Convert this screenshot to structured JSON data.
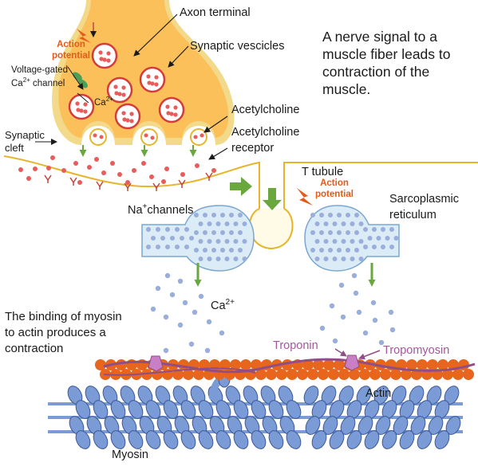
{
  "title": "A nerve signal to a muscle fiber leads to contraction of the muscle.",
  "labels": {
    "axon_terminal": "Axon terminal",
    "synaptic_vesicles": "Synaptic vescicles",
    "action_potential_top": "Action potential",
    "voltage_gated": "Voltage-gated",
    "ca_channel": "Ca",
    "ca_channel_sup": "2+",
    "ca_channel_suffix": "channel",
    "ca_inner": "Ca",
    "ca_inner_sup": "2+",
    "acetylcholine": "Acetylcholine",
    "acetylcholine_receptor": "Acetylcholine receptor",
    "synaptic_cleft": "Synaptic cleft",
    "t_tubule": "T tubule",
    "action_potential_right": "Action potential",
    "na_channels_prefix": "Na",
    "na_channels_sup": "+",
    "na_channels_suffix": "channels",
    "sarcoplasmic_reticulum": "Sarcoplasmic reticulum",
    "ca_release": "Ca",
    "ca_release_sup": "2+",
    "binding": "The binding of myosin to actin produces a contraction",
    "troponin": "Troponin",
    "tropomyosin": "Tropomyosin",
    "actin": "Actin",
    "myosin": "Myosin"
  },
  "colors": {
    "terminal_fill": "#fbc05a",
    "terminal_outline": "#f0d27a",
    "vesicle_ring": "#d63b3b",
    "acetylcholine": "#e85c5c",
    "membrane": "#e6b52b",
    "sr_fill": "#dbecf6",
    "sr_outline": "#7aa7d1",
    "calcium": "#9aaedc",
    "green_arrow": "#6aa83f",
    "actin": "#e8651d",
    "myosin": "#7b9bd6",
    "troponin": "#c97fc6",
    "tropomyosin": "#8f4e86",
    "lightning": "#e25a1c"
  }
}
